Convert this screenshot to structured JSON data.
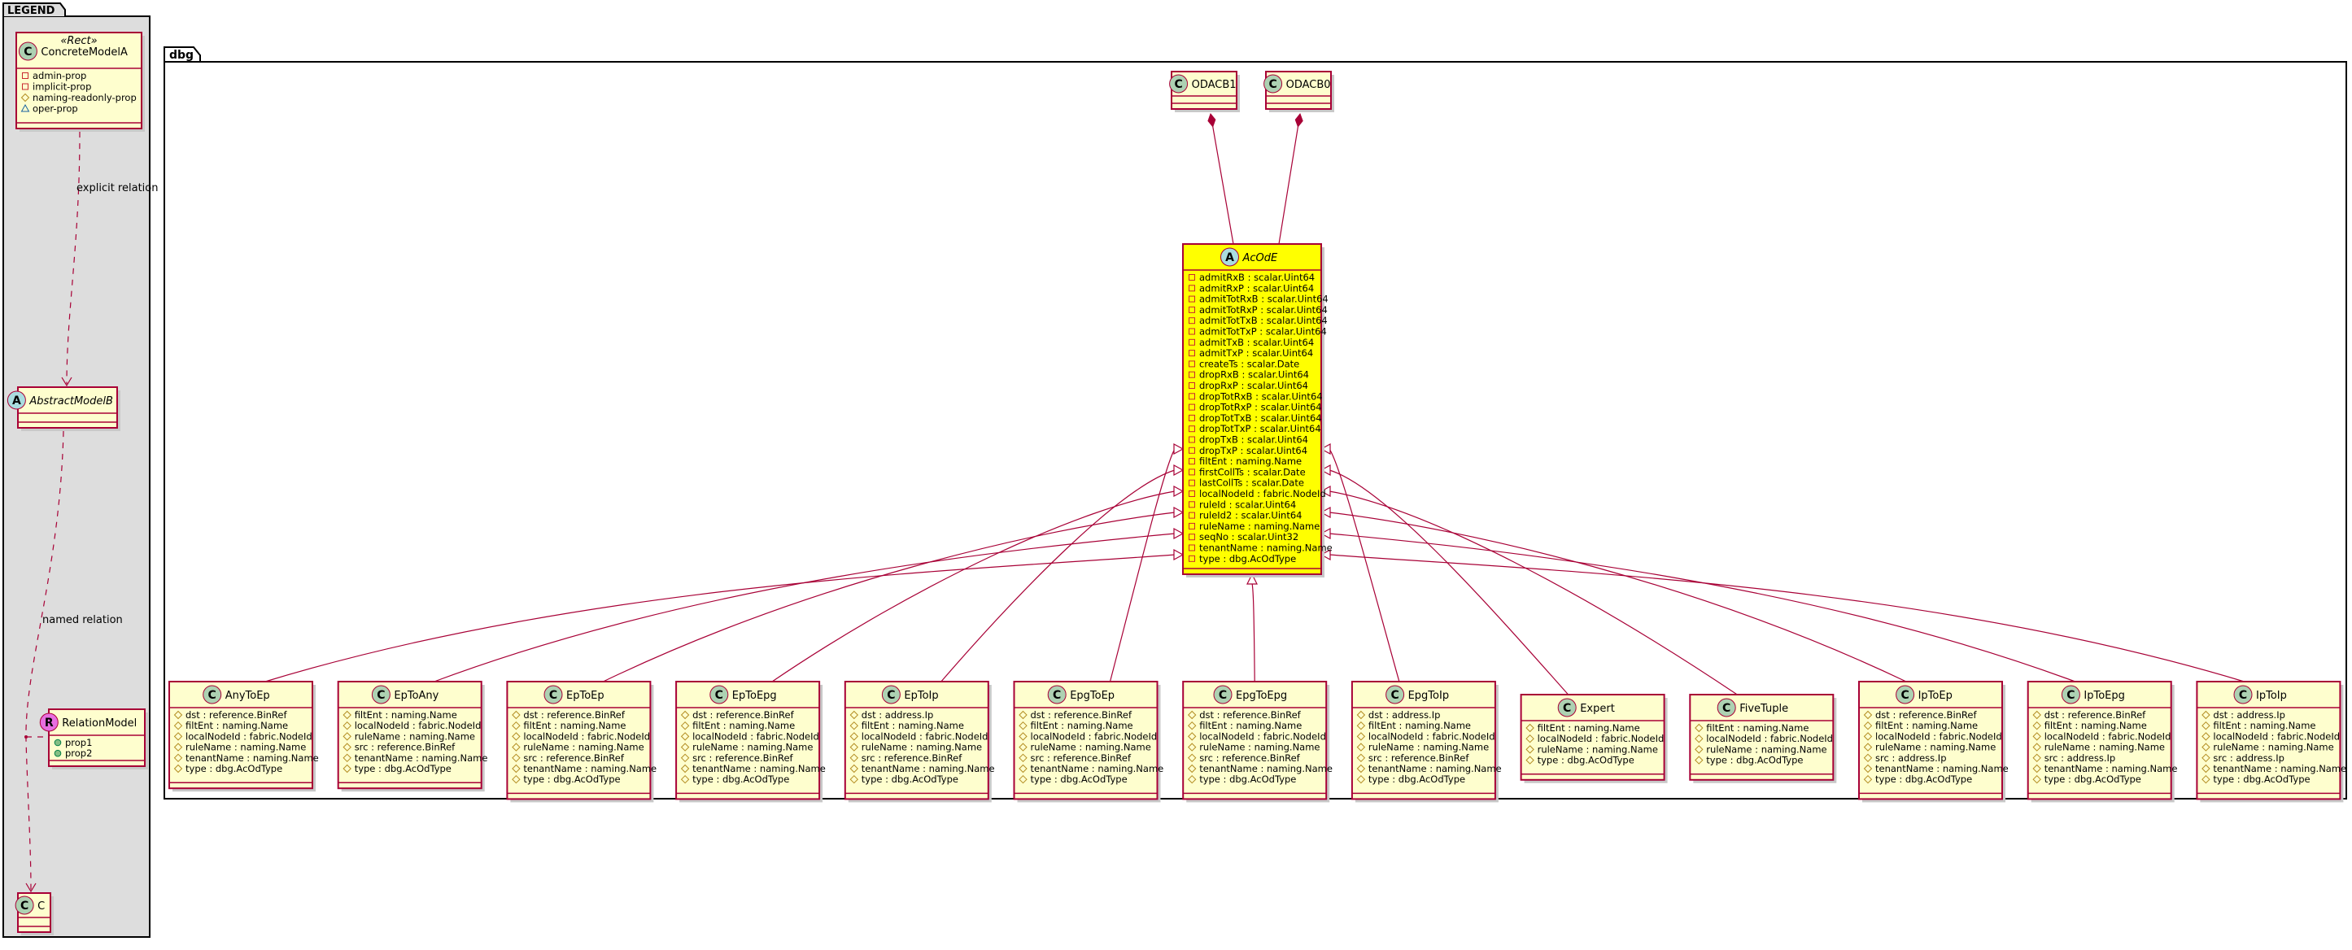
{
  "legend": {
    "title": "LEGEND",
    "stereotype": "«Rect»",
    "concrete": {
      "name": "ConcreteModelA",
      "kind": "C",
      "attrs": [
        {
          "vis": "priv",
          "text": "admin-prop"
        },
        {
          "vis": "priv",
          "text": "implicit-prop"
        },
        {
          "vis": "prot",
          "text": "naming-readonly-prop"
        },
        {
          "vis": "pkg",
          "text": "oper-prop"
        }
      ]
    },
    "abstract": {
      "name": "AbstractModelB",
      "kind": "A"
    },
    "relation_model": {
      "name": "RelationModel",
      "kind": "R",
      "attrs": [
        {
          "vis": "pub",
          "text": "prop1"
        },
        {
          "vis": "pub",
          "text": "prop2"
        }
      ]
    },
    "c": {
      "name": "C",
      "kind": "C"
    },
    "explicit_label": "explicit relation",
    "named_label": "named relation"
  },
  "package": {
    "title": "dbg"
  },
  "top_classes": [
    {
      "name": "ODACB1",
      "kind": "C"
    },
    {
      "name": "ODACB0",
      "kind": "C"
    }
  ],
  "center": {
    "name": "AcOdE",
    "kind": "A",
    "highlight_color": "#ffff00",
    "attrs": [
      "admitRxB : scalar.Uint64",
      "admitRxP : scalar.Uint64",
      "admitTotRxB : scalar.Uint64",
      "admitTotRxP : scalar.Uint64",
      "admitTotTxB : scalar.Uint64",
      "admitTotTxP : scalar.Uint64",
      "admitTxB : scalar.Uint64",
      "admitTxP : scalar.Uint64",
      "createTs : scalar.Date",
      "dropRxB : scalar.Uint64",
      "dropRxP : scalar.Uint64",
      "dropTotRxB : scalar.Uint64",
      "dropTotRxP : scalar.Uint64",
      "dropTotTxB : scalar.Uint64",
      "dropTotTxP : scalar.Uint64",
      "dropTxB : scalar.Uint64",
      "dropTxP : scalar.Uint64",
      "filtEnt : naming.Name",
      "firstCollTs : scalar.Date",
      "lastCollTs : scalar.Date",
      "localNodeId : fabric.NodeId",
      "ruleId : scalar.Uint64",
      "ruleId2 : scalar.Uint64",
      "ruleName : naming.Name",
      "seqNo : scalar.Uint32",
      "tenantName : naming.Name",
      "type : dbg.AcOdType"
    ]
  },
  "bottom_classes": [
    {
      "name": "AnyToEp",
      "attrs": [
        "dst : reference.BinRef",
        "filtEnt : naming.Name",
        "localNodeId : fabric.NodeId",
        "ruleName : naming.Name",
        "tenantName : naming.Name",
        "type : dbg.AcOdType"
      ]
    },
    {
      "name": "EpToAny",
      "attrs": [
        "filtEnt : naming.Name",
        "localNodeId : fabric.NodeId",
        "ruleName : naming.Name",
        "src : reference.BinRef",
        "tenantName : naming.Name",
        "type : dbg.AcOdType"
      ]
    },
    {
      "name": "EpToEp",
      "attrs": [
        "dst : reference.BinRef",
        "filtEnt : naming.Name",
        "localNodeId : fabric.NodeId",
        "ruleName : naming.Name",
        "src : reference.BinRef",
        "tenantName : naming.Name",
        "type : dbg.AcOdType"
      ]
    },
    {
      "name": "EpToEpg",
      "attrs": [
        "dst : reference.BinRef",
        "filtEnt : naming.Name",
        "localNodeId : fabric.NodeId",
        "ruleName : naming.Name",
        "src : reference.BinRef",
        "tenantName : naming.Name",
        "type : dbg.AcOdType"
      ]
    },
    {
      "name": "EpToIp",
      "attrs": [
        "dst : address.Ip",
        "filtEnt : naming.Name",
        "localNodeId : fabric.NodeId",
        "ruleName : naming.Name",
        "src : reference.BinRef",
        "tenantName : naming.Name",
        "type : dbg.AcOdType"
      ]
    },
    {
      "name": "EpgToEp",
      "attrs": [
        "dst : reference.BinRef",
        "filtEnt : naming.Name",
        "localNodeId : fabric.NodeId",
        "ruleName : naming.Name",
        "src : reference.BinRef",
        "tenantName : naming.Name",
        "type : dbg.AcOdType"
      ]
    },
    {
      "name": "EpgToEpg",
      "attrs": [
        "dst : reference.BinRef",
        "filtEnt : naming.Name",
        "localNodeId : fabric.NodeId",
        "ruleName : naming.Name",
        "src : reference.BinRef",
        "tenantName : naming.Name",
        "type : dbg.AcOdType"
      ]
    },
    {
      "name": "EpgToIp",
      "attrs": [
        "dst : address.Ip",
        "filtEnt : naming.Name",
        "localNodeId : fabric.NodeId",
        "ruleName : naming.Name",
        "src : reference.BinRef",
        "tenantName : naming.Name",
        "type : dbg.AcOdType"
      ]
    },
    {
      "name": "Expert",
      "attrs": [
        "filtEnt : naming.Name",
        "localNodeId : fabric.NodeId",
        "ruleName : naming.Name",
        "type : dbg.AcOdType"
      ]
    },
    {
      "name": "FiveTuple",
      "attrs": [
        "filtEnt : naming.Name",
        "localNodeId : fabric.NodeId",
        "ruleName : naming.Name",
        "type : dbg.AcOdType"
      ]
    },
    {
      "name": "IpToEp",
      "attrs": [
        "dst : reference.BinRef",
        "filtEnt : naming.Name",
        "localNodeId : fabric.NodeId",
        "ruleName : naming.Name",
        "src : address.Ip",
        "tenantName : naming.Name",
        "type : dbg.AcOdType"
      ]
    },
    {
      "name": "IpToEpg",
      "attrs": [
        "dst : reference.BinRef",
        "filtEnt : naming.Name",
        "localNodeId : fabric.NodeId",
        "ruleName : naming.Name",
        "src : address.Ip",
        "tenantName : naming.Name",
        "type : dbg.AcOdType"
      ]
    },
    {
      "name": "IpToIp",
      "attrs": [
        "dst : address.Ip",
        "filtEnt : naming.Name",
        "localNodeId : fabric.NodeId",
        "ruleName : naming.Name",
        "src : address.Ip",
        "tenantName : naming.Name",
        "type : dbg.AcOdType"
      ]
    }
  ],
  "colors": {
    "class_fill": "#fefece",
    "border": "#a80036",
    "legend_bg": "#dddddd",
    "circle_class": "#add1b2",
    "circle_abstract": "#a9dcdf",
    "circle_relation": "#e76ee0"
  }
}
